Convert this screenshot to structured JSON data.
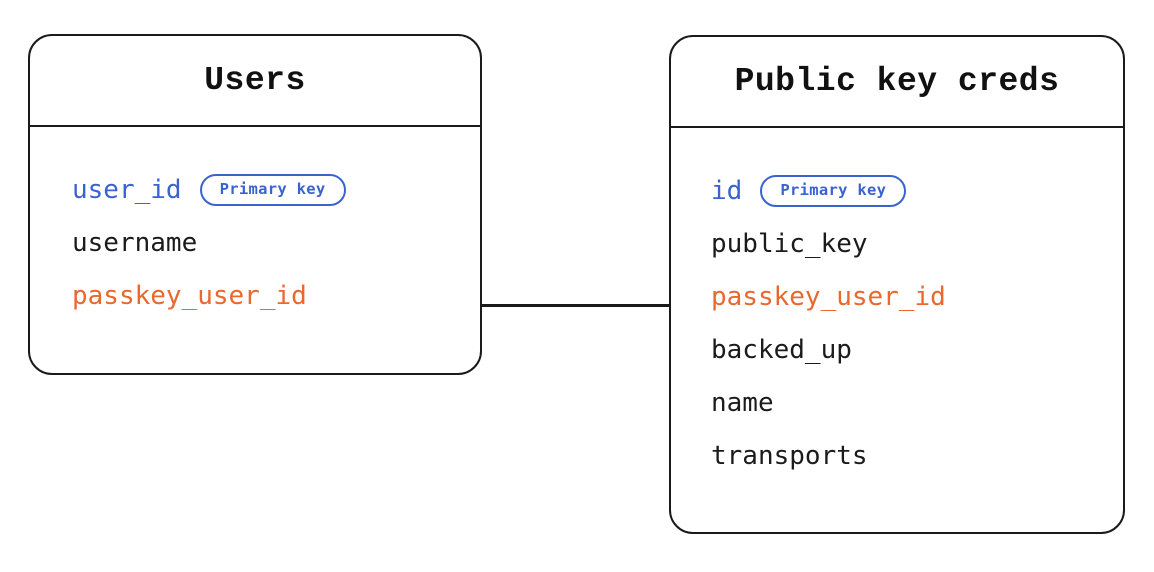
{
  "diagram": {
    "type": "entity-relationship-diagram",
    "background_color": "#ffffff",
    "colors": {
      "border": "#1a1a1a",
      "text": "#1b1b1b",
      "primary_key": "#3b63d0",
      "foreign_key": "#e8682e"
    },
    "entities": [
      {
        "id": "users",
        "title": "Users",
        "fields": [
          {
            "name": "user_id",
            "role": "primary_key",
            "badge": "Primary key"
          },
          {
            "name": "username",
            "role": "plain",
            "badge": null
          },
          {
            "name": "passkey_user_id",
            "role": "foreign_key",
            "badge": null
          }
        ]
      },
      {
        "id": "public_key_creds",
        "title": "Public key creds",
        "fields": [
          {
            "name": "id",
            "role": "primary_key",
            "badge": "Primary key"
          },
          {
            "name": "public_key",
            "role": "plain",
            "badge": null
          },
          {
            "name": "passkey_user_id",
            "role": "foreign_key",
            "badge": null
          },
          {
            "name": "backed_up",
            "role": "plain",
            "badge": null
          },
          {
            "name": "name",
            "role": "plain",
            "badge": null
          },
          {
            "name": "transports",
            "role": "plain",
            "badge": null
          }
        ]
      }
    ],
    "relation": {
      "from": "users.passkey_user_id",
      "to": "public_key_creds.passkey_user_id",
      "style": "straight-line"
    }
  }
}
